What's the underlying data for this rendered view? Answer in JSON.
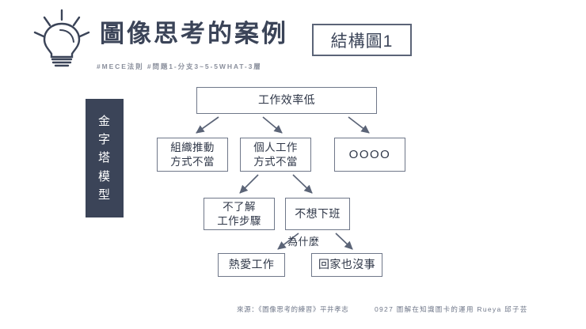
{
  "header": {
    "icon": "lightbulb-icon",
    "title": "圖像思考的案例",
    "subtitle": "#MECE法則  #問題1-分支3~5-5WHAT-3層",
    "badge": "結構圖1",
    "title_color": "#3b4458",
    "subtitle_color": "#8a8f9c"
  },
  "side_label": {
    "chars": [
      "金",
      "字",
      "塔",
      "模",
      "型"
    ],
    "background": "#3b4458",
    "text_color": "#ffffff"
  },
  "diagram": {
    "type": "tree",
    "border_color": "#6f7789",
    "text_color": "#2f3748",
    "nodes": {
      "root": {
        "text": "工作效率低"
      },
      "org": {
        "line1": "組織推動",
        "line2": "方式不當"
      },
      "personal": {
        "line1": "個人工作",
        "line2": "方式不當"
      },
      "oooo": {
        "text": "OOOO"
      },
      "steps": {
        "line1": "不了解",
        "line2": "工作步驟"
      },
      "leave": {
        "text": "不想下班"
      },
      "love": {
        "text": "熱愛工作"
      },
      "home": {
        "text": "回家也沒事"
      }
    },
    "edge_label_why": "為什麼"
  },
  "footer": {
    "source": "來源：《圖像思考的練習》平井孝志",
    "credit": "0927 圖解在知識圖卡的運用 Rueya 邱子芸"
  }
}
